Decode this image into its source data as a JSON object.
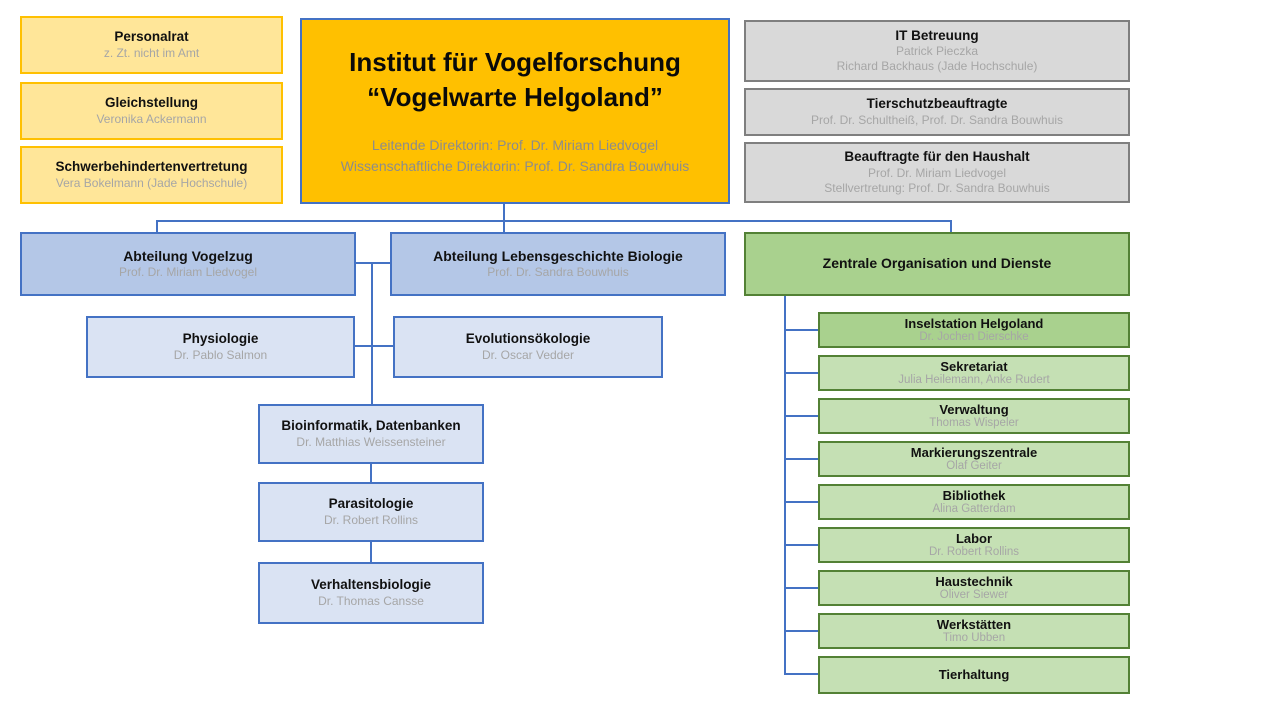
{
  "colors": {
    "accent_blue": "#4472C4",
    "yellow_fill": "#FFE699",
    "yellow_border": "#FFC000",
    "orange_fill": "#FFC000",
    "gray_fill": "#D9D9D9",
    "gray_border": "#7F7F7F",
    "department_blue_fill": "#B4C7E7",
    "unit_blue_fill": "#DAE3F3",
    "green_dark_fill": "#A9D18E",
    "green_light_fill": "#C5E0B4",
    "green_border": "#538135",
    "subtitle_gray": "#A6A6A6"
  },
  "header": {
    "title_line1": "Institut für Vogelforschung",
    "title_line2": "“Vogelwarte Helgoland”",
    "director_line1": "Leitende Direktorin: Prof. Dr. Miriam Liedvogel",
    "director_line2": "Wissenschaftliche Direktorin: Prof. Dr. Sandra Bouwhuis"
  },
  "representative_boxes": [
    {
      "title": "Personalrat",
      "subtitle": "z. Zt. nicht im Amt"
    },
    {
      "title": "Gleichstellung",
      "subtitle": "Veronika Ackermann"
    },
    {
      "title": "Schwerbehindertenvertretung",
      "subtitle": "Vera Bokelmann (Jade Hochschule)"
    }
  ],
  "service_boxes": [
    {
      "title": "IT Betreuung",
      "lines": [
        "Patrick Pieczka",
        "Richard Backhaus (Jade Hochschule)"
      ]
    },
    {
      "title": "Tierschutzbeauftragte",
      "lines": [
        "Prof. Dr. Schultheiß, Prof. Dr. Sandra Bouwhuis"
      ]
    },
    {
      "title": "Beauftragte für den Haushalt",
      "lines": [
        "Prof. Dr. Miriam Liedvogel",
        "Stellvertretung: Prof. Dr. Sandra Bouwhuis"
      ]
    }
  ],
  "departments": [
    {
      "title": "Abteilung Vogelzug",
      "subtitle": "Prof. Dr. Miriam Liedvogel"
    },
    {
      "title": "Abteilung Lebensgeschichte Biologie",
      "subtitle": "Prof. Dr. Sandra Bouwhuis"
    }
  ],
  "research_units": [
    {
      "title": "Physiologie",
      "subtitle": "Dr. Pablo Salmon"
    },
    {
      "title": "Evolutionsökologie",
      "subtitle": "Dr. Oscar Vedder"
    },
    {
      "title": "Bioinformatik, Datenbanken",
      "subtitle": "Dr. Matthias Weissensteiner"
    },
    {
      "title": "Parasitologie",
      "subtitle": "Dr. Robert Rollins"
    },
    {
      "title": "Verhaltensbiologie",
      "subtitle": "Dr. Thomas Cansse"
    }
  ],
  "central_services": {
    "title": "Zentrale Organisation und Dienste",
    "units": [
      {
        "title": "Inselstation Helgoland",
        "subtitle": "Dr. Jochen Dierschke"
      },
      {
        "title": "Sekretariat",
        "subtitle": "Julia Heilemann, Anke Rudert"
      },
      {
        "title": "Verwaltung",
        "subtitle": "Thomas Wispeler"
      },
      {
        "title": "Markierungszentrale",
        "subtitle": "Olaf Geiter"
      },
      {
        "title": "Bibliothek",
        "subtitle": "Alina Gatterdam"
      },
      {
        "title": "Labor",
        "subtitle": "Dr. Robert Rollins"
      },
      {
        "title": "Haustechnik",
        "subtitle": "Oliver Siewer"
      },
      {
        "title": "Werkstätten",
        "subtitle": "Timo Ubben"
      },
      {
        "title": "Tierhaltung"
      }
    ]
  }
}
